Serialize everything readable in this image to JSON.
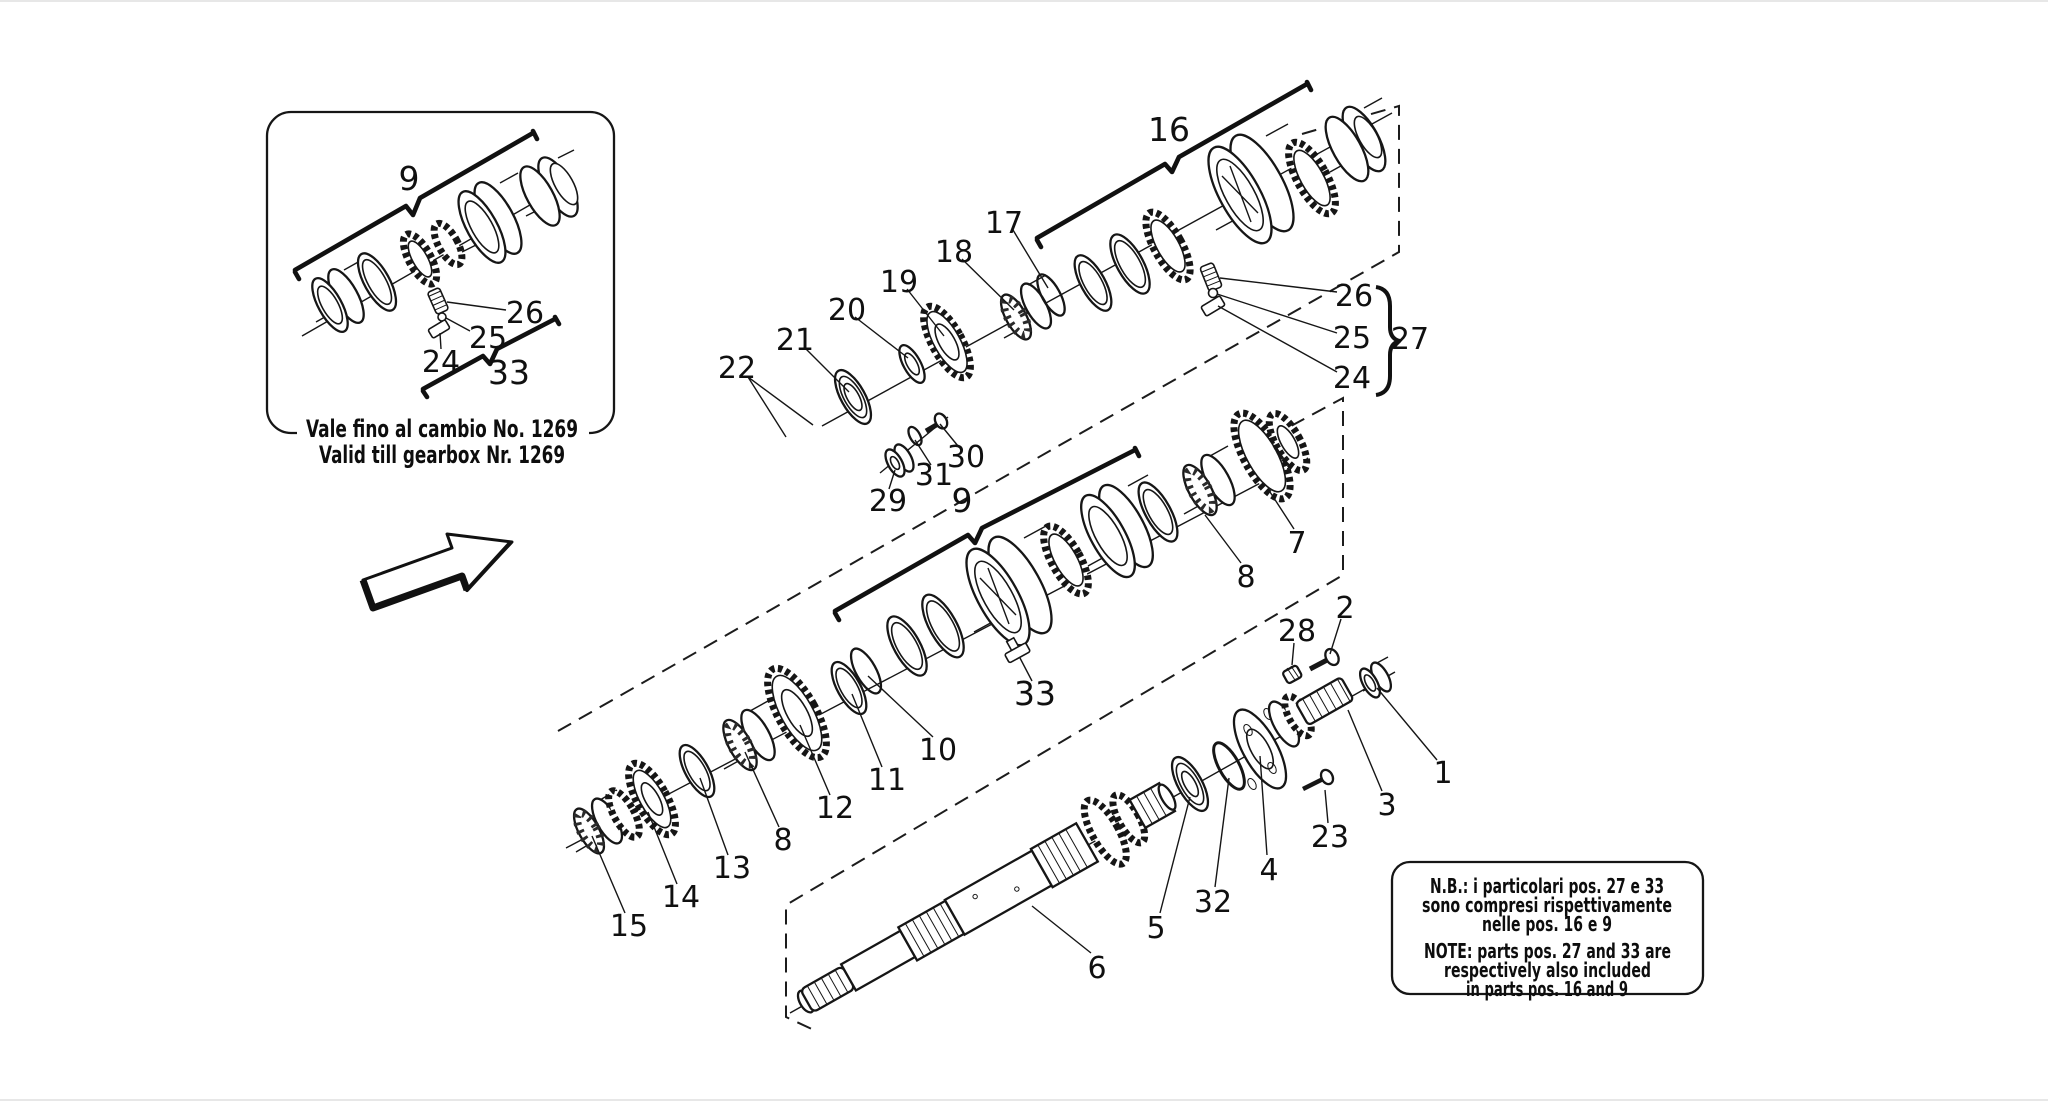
{
  "drawing": {
    "inset_box": {
      "bracket_top_label": "9",
      "bracket_bottom_label": "33",
      "label_26": "26",
      "label_25": "25",
      "label_24": "24",
      "caption_line1": "Vale fino al cambio No. 1269",
      "caption_line2": "Valid till gearbox Nr. 1269"
    },
    "note_box": {
      "line1": "N.B.: i particolari pos. 27 e 33",
      "line2": "sono compresi rispettivamente",
      "line3": "nelle pos. 16 e 9",
      "line4": "NOTE: parts pos. 27 and 33 are",
      "line5": "respectively also included",
      "line6": "in parts pos. 16 and 9"
    },
    "part_labels": {
      "n1": "1",
      "n2": "2",
      "n3": "3",
      "n4": "4",
      "n5": "5",
      "n6": "6",
      "n7": "7",
      "n8_left": "8",
      "n8_right": "8",
      "n9_main": "9",
      "n10": "10",
      "n11": "11",
      "n12": "12",
      "n13": "13",
      "n14": "14",
      "n15": "15",
      "n16": "16",
      "n17": "17",
      "n18": "18",
      "n19": "19",
      "n20": "20",
      "n21": "21",
      "n22": "22",
      "n23": "23",
      "n24": "24",
      "n25": "25",
      "n26": "26",
      "n27": "27",
      "n28": "28",
      "n29": "29",
      "n30": "30",
      "n31": "31",
      "n32": "32",
      "n33_main": "33"
    }
  }
}
